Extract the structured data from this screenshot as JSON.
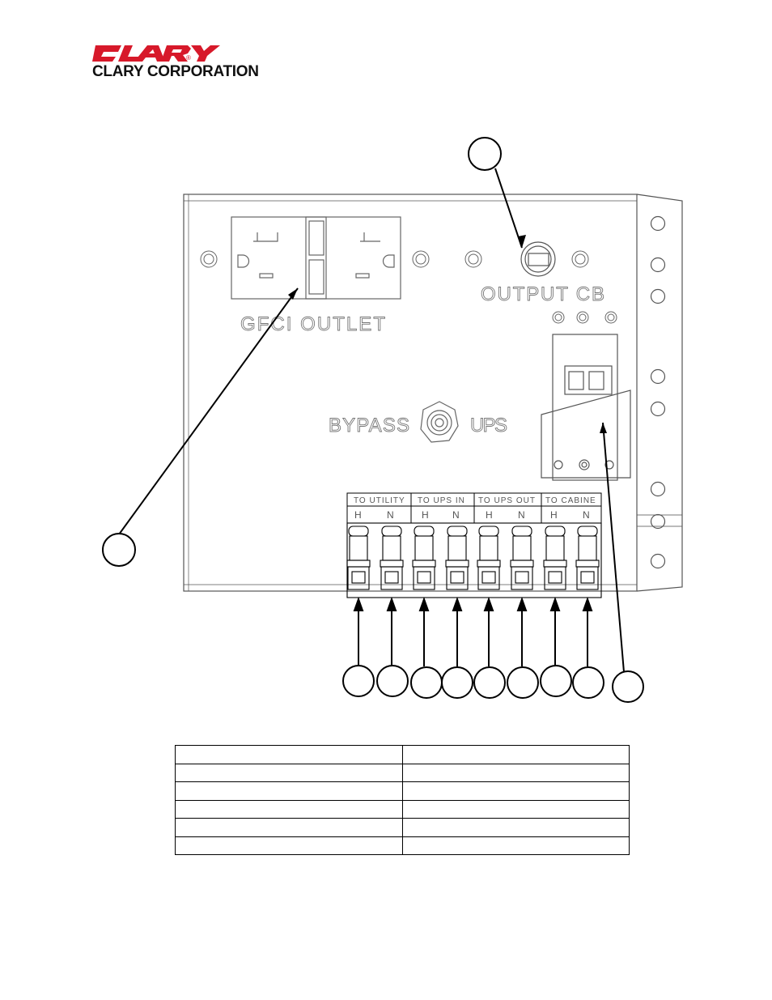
{
  "header": {
    "brand_logo_text": "CLARY",
    "company_name": "CLARY CORPORATION",
    "registered_mark": "®"
  },
  "panel": {
    "gfci_label": "GFCI OUTLET",
    "output_cb_label": "OUTPUT CB",
    "bypass_label": "BYPASS",
    "ups_label": "UPS",
    "terminal_groups": [
      {
        "label": "TO UTILITY",
        "h": "H",
        "n": "N"
      },
      {
        "label": "TO UPS IN",
        "h": "H",
        "n": "N"
      },
      {
        "label": "TO UPS OUT",
        "h": "H",
        "n": "N"
      },
      {
        "label": "TO CABINE",
        "h": "H",
        "n": "N"
      }
    ]
  },
  "callouts": {
    "count": 12,
    "labels": [
      "",
      "",
      "",
      "",
      "",
      "",
      "",
      "",
      "",
      "",
      "",
      ""
    ]
  },
  "legend_table": {
    "rows": [
      [
        "",
        ""
      ],
      [
        "",
        ""
      ],
      [
        "",
        ""
      ],
      [
        "",
        ""
      ],
      [
        "",
        ""
      ],
      [
        "",
        ""
      ]
    ]
  },
  "colors": {
    "logo_red": "#d7192a",
    "line": "#000000",
    "panel_line": "#555555",
    "panel_text": "#777777"
  }
}
